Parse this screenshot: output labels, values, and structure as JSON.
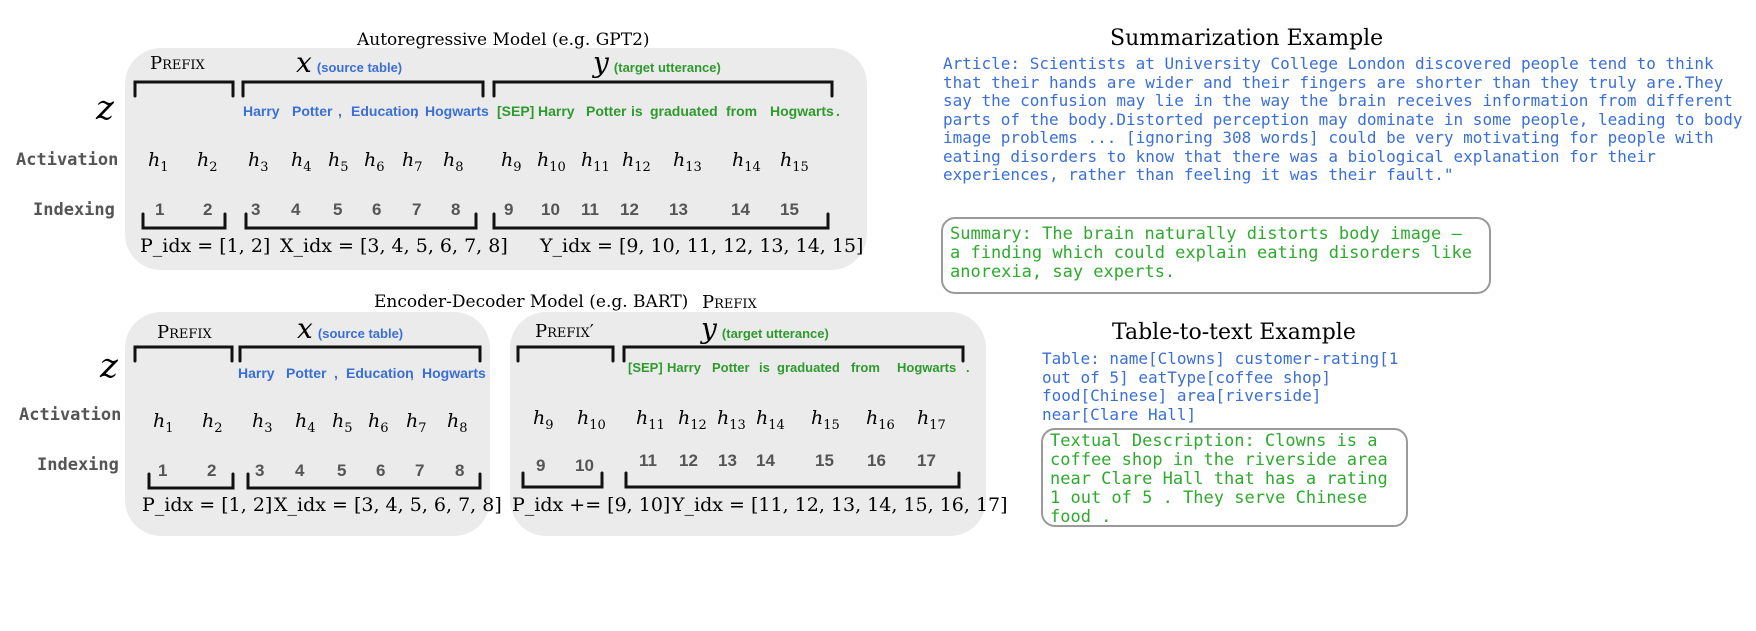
{
  "top": {
    "title": "Autoregressive  Model  (e.g. GPT2)",
    "prefix_label": "Prefix",
    "x_var": "x",
    "x_sub": "(source table)",
    "y_var": "y",
    "y_sub": "(target utterance)",
    "z_label": "z",
    "activation_label": "Activation",
    "indexing_label": "Indexing",
    "source_tokens": [
      "Harry",
      "Potter",
      ",",
      "Education",
      ",",
      "Hogwarts"
    ],
    "target_tokens": [
      "[SEP]",
      "Harry",
      "Potter",
      "is",
      "graduated",
      "from",
      "Hogwarts",
      "."
    ],
    "activations": [
      "1",
      "2",
      "3",
      "4",
      "5",
      "6",
      "7",
      "8",
      "9",
      "10",
      "11",
      "12",
      "13",
      "14",
      "15"
    ],
    "indices": [
      "1",
      "2",
      "3",
      "4",
      "5",
      "6",
      "7",
      "8",
      "9",
      "10",
      "11",
      "12",
      "13",
      "14",
      "15"
    ],
    "p_formula": "P_idx = [1, 2]",
    "x_formula": "X_idx = [3, 4, 5, 6, 7, 8]",
    "y_formula": "Y_idx = [9, 10, 11, 12, 13, 14, 15]"
  },
  "bottom": {
    "title": "Encoder-Decoder Model  (e.g. BART)",
    "extra_prefix_label": "Prefix",
    "prefix_label": "Prefix",
    "prefix2_label": "Prefix′",
    "x_var": "x",
    "x_sub": "(source table)",
    "y_var": "y",
    "y_sub": "(target utterance)",
    "z_label": "z",
    "activation_label": "Activation",
    "indexing_label": "Indexing",
    "source_tokens": [
      "Harry",
      "Potter",
      ",",
      "Education",
      ",",
      "Hogwarts"
    ],
    "target_tokens": [
      "[SEP]",
      "Harry",
      "Potter",
      "is",
      "graduated",
      "from",
      "Hogwarts",
      "."
    ],
    "enc_activations": [
      "1",
      "2",
      "3",
      "4",
      "5",
      "6",
      "7",
      "8"
    ],
    "dec_activations": [
      "9",
      "10",
      "11",
      "12",
      "13",
      "14",
      "15",
      "16",
      "17"
    ],
    "enc_indices": [
      "1",
      "2",
      "3",
      "4",
      "5",
      "6",
      "7",
      "8"
    ],
    "dec_indices": [
      "9",
      "10",
      "11",
      "12",
      "13",
      "14",
      "15",
      "16",
      "17"
    ],
    "p_formula": "P_idx = [1, 2]",
    "x_formula": "X_idx = [3, 4, 5, 6, 7, 8]",
    "p2_formula": "P_idx += [9, 10]",
    "y_formula": "Y_idx = [11, 12, 13, 14, 15, 16, 17]"
  },
  "summarization": {
    "title": "Summarization Example",
    "article": "Article: Scientists at University College London discovered people tend to think that their hands are wider and their fingers are shorter than they truly are.They say the confusion may lie in the way the brain receives information from different parts of the body.Distorted perception may dominate in some people, leading to body image problems ... [ignoring 308 words] could be very motivating for people with eating disorders to know that there was a biological explanation for their experiences, rather than feeling it was their fault.\"",
    "summary": "Summary: The brain naturally distorts body image – a finding which could explain eating disorders like anorexia, say experts."
  },
  "table2text": {
    "title": "Table-to-text Example",
    "table": "Table:  name[Clowns] customer-rating[1 out of 5]  eatType[coffee shop] food[Chinese] area[riverside] near[Clare Hall]",
    "description": "Textual Description: Clowns is a coffee shop in the riverside area near Clare Hall that has a rating 1 out of 5 . They serve Chinese food ."
  },
  "colors": {
    "panel": "#ebebeb",
    "source_blue": "#3a6fd8",
    "target_green": "#2e9a2e",
    "box_border": "#9a9a9a"
  }
}
